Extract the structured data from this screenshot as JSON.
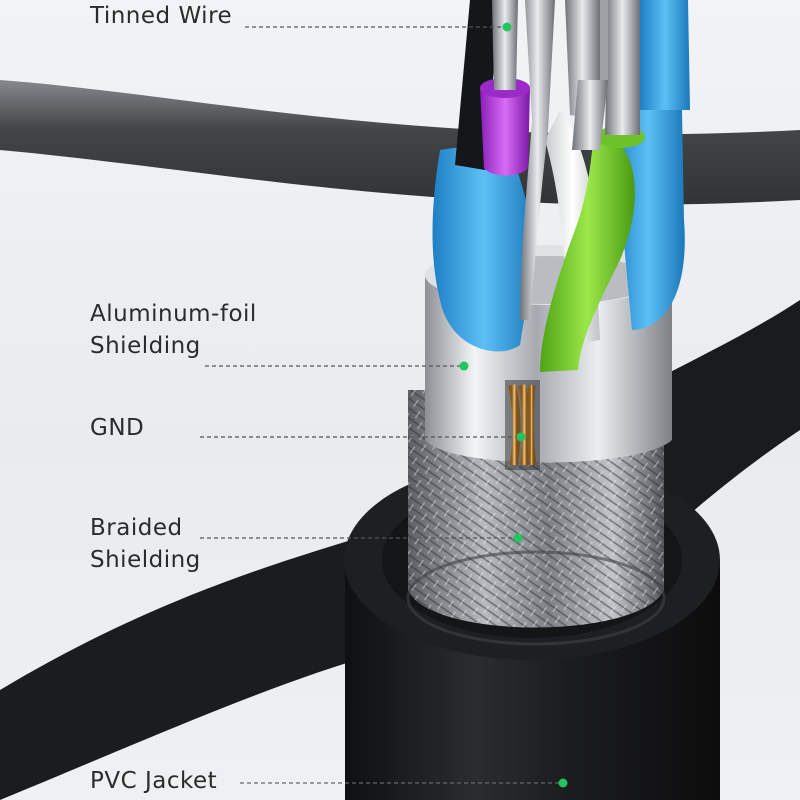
{
  "callouts": {
    "tinned_wire": {
      "label": "Tinned Wire"
    },
    "aluminum_foil": {
      "line1": "Aluminum-foil",
      "line2": "Shielding"
    },
    "gnd": {
      "label": "GND"
    },
    "braided": {
      "line1": "Braided",
      "line2": "Shielding"
    },
    "pvc_jacket": {
      "label": "PVC Jacket"
    }
  },
  "colors": {
    "accent_dot": "#22c55e",
    "wire_blue": "#3ba8e8",
    "wire_purple": "#b83fe0",
    "wire_green": "#7ed321",
    "wire_white": "#f4f4f4",
    "jacket": "#1c1d1f",
    "foil": "#c9ccd0"
  }
}
